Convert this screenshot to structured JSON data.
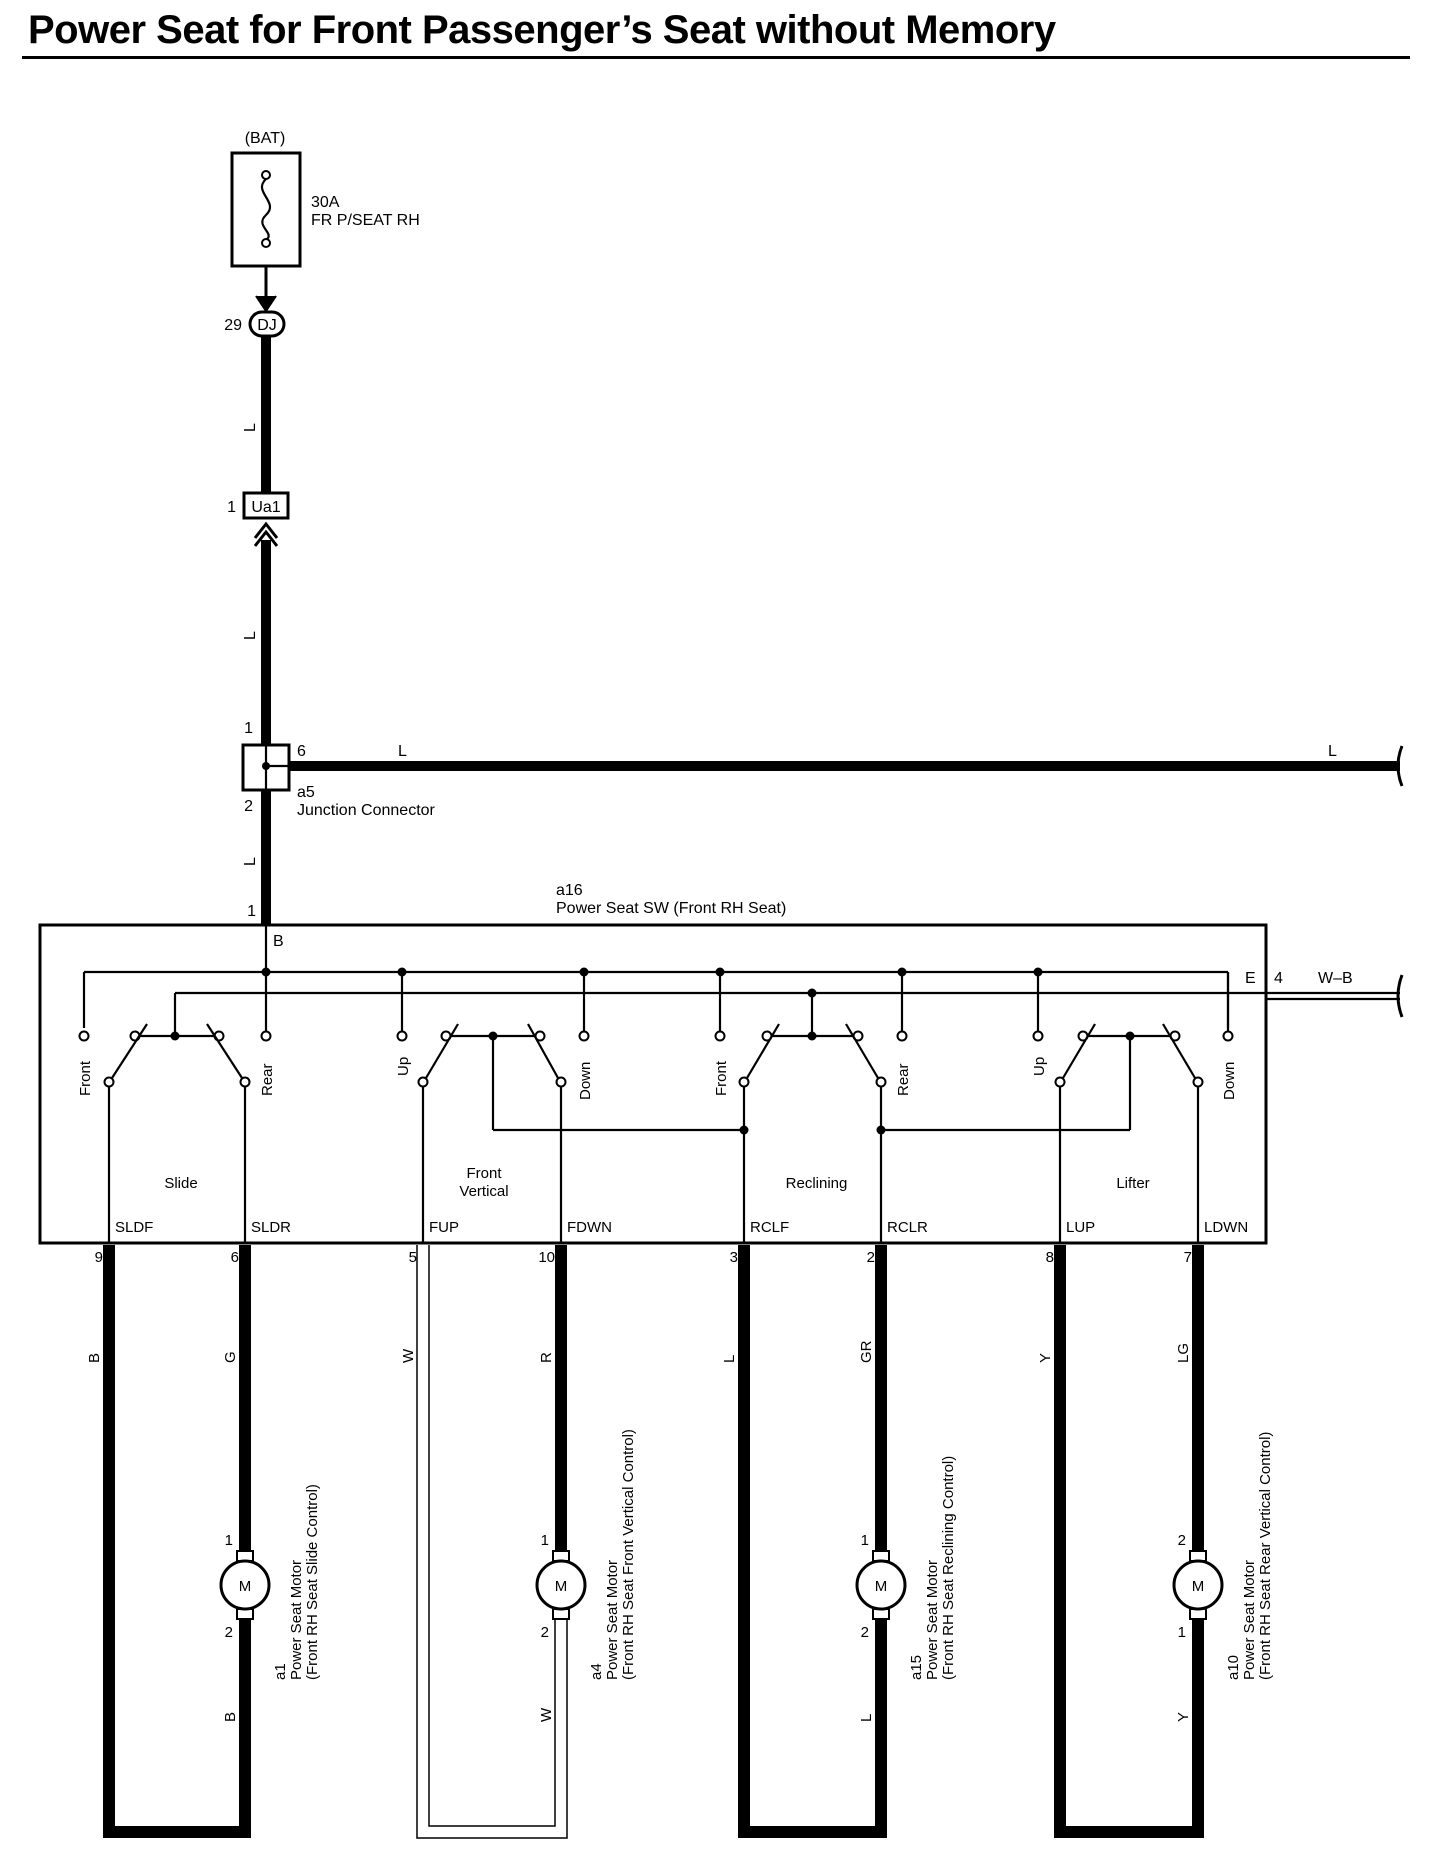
{
  "title": "Power Seat for Front Passenger’s Seat without Memory",
  "battery": "(BAT)",
  "fuse": {
    "rating": "30A",
    "name": "FR P/SEAT RH"
  },
  "conn_dj": {
    "id": "DJ",
    "pin": "29"
  },
  "conn_ua1": {
    "id": "Ua1",
    "pin": "1"
  },
  "wire_L": "L",
  "junction": {
    "id": "a5",
    "name": "Junction Connector",
    "pin_top": "1",
    "pin_right": "6",
    "pin_bottom": "2",
    "wire_right_1": "L",
    "wire_right_2": "L"
  },
  "switch": {
    "id": "a16",
    "name": "Power Seat SW (Front RH Seat)",
    "pin_in": "1",
    "terminal_B": "B",
    "terminal_E": "E",
    "ground_pin": "4",
    "ground_wire": "W–B"
  },
  "sections": [
    {
      "name": "Slide",
      "left_dir": "Front",
      "right_dir": "Rear",
      "left_term": "SLDF",
      "right_term": "SLDR",
      "left_pin": "9",
      "right_pin": "6",
      "left_wire": "B",
      "right_wire": "G",
      "motor": {
        "id": "a1",
        "name": "Power Seat Motor",
        "sub": "(Front RH Seat Slide Control)",
        "pin_top": "1",
        "pin_bottom": "2",
        "bottom_wire": "B",
        "symbol": "M"
      }
    },
    {
      "name": "Front",
      "name2": "Vertical",
      "left_dir": "Up",
      "right_dir": "Down",
      "left_term": "FUP",
      "right_term": "FDWN",
      "left_pin": "5",
      "right_pin": "10",
      "left_wire": "W",
      "right_wire": "R",
      "motor": {
        "id": "a4",
        "name": "Power Seat Motor",
        "sub": "(Front RH Seat Front Vertical Control)",
        "pin_top": "1",
        "pin_bottom": "2",
        "bottom_wire": "W",
        "symbol": "M"
      }
    },
    {
      "name": "Reclining",
      "left_dir": "Front",
      "right_dir": "Rear",
      "left_term": "RCLF",
      "right_term": "RCLR",
      "left_pin": "3",
      "right_pin": "2",
      "left_wire": "L",
      "right_wire": "GR",
      "motor": {
        "id": "a15",
        "name": "Power Seat Motor",
        "sub": "(Front RH Seat Reclining Control)",
        "pin_top": "1",
        "pin_bottom": "2",
        "bottom_wire": "L",
        "symbol": "M"
      }
    },
    {
      "name": "Lifter",
      "left_dir": "Up",
      "right_dir": "Down",
      "left_term": "LUP",
      "right_term": "LDWN",
      "left_pin": "8",
      "right_pin": "7",
      "left_wire": "Y",
      "right_wire": "LG",
      "motor": {
        "id": "a10",
        "name": "Power Seat Motor",
        "sub": "(Front RH Seat Rear Vertical Control)",
        "pin_top": "2",
        "pin_bottom": "1",
        "bottom_wire": "Y",
        "symbol": "M"
      }
    }
  ]
}
